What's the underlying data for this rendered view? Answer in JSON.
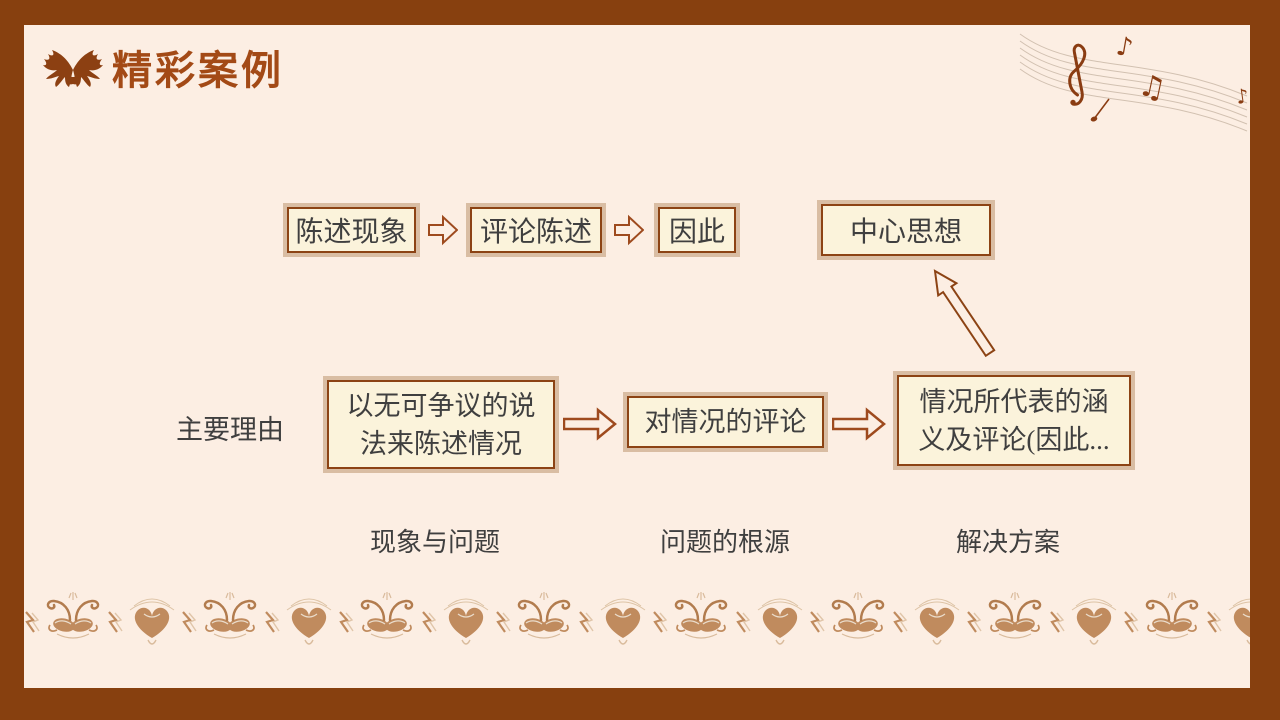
{
  "title": "精彩案例",
  "colors": {
    "frame": "#87400F",
    "background": "#FCEEE3",
    "box_fill": "#FBF3DB",
    "box_border": "#8C4314",
    "box_band": "#D9BDA3",
    "arrow_outline": "#9E4A1E",
    "title_text": "#A34A16",
    "body_text": "#3F3F3F",
    "ornament_brown": "#C08B5E",
    "ornament_light": "#E6D2BC"
  },
  "top_flow": {
    "steps": [
      "陈述现象",
      "评论陈述",
      "因此"
    ],
    "result": "中心思想"
  },
  "main_flow": {
    "side_label": "主要理由",
    "steps": [
      {
        "lines": [
          "以无可争议的说",
          "法来陈述情况"
        ]
      },
      {
        "lines": [
          "对情况的评论"
        ]
      },
      {
        "lines": [
          "情况所代表的涵",
          "义及评论(因此..."
        ]
      }
    ]
  },
  "column_labels": [
    "现象与问题",
    "问题的根源",
    "解决方案"
  ],
  "icons": {
    "title_ornament": "butterfly-flourish-icon",
    "music_decoration": "music-staff-icon",
    "note_eighth": "♪",
    "note_beamed": "♫",
    "bottom_border": "swan-heart-ornament-border"
  }
}
